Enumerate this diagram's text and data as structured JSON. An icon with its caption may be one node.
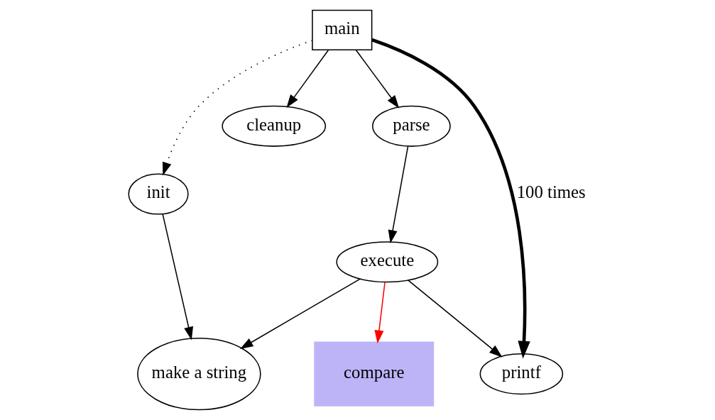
{
  "diagram": {
    "nodes": [
      {
        "text": [
          "main"
        ]
      },
      {
        "text": [
          "parse"
        ]
      },
      {
        "text": [
          "cleanup"
        ]
      },
      {
        "text": [
          "init"
        ]
      },
      {
        "text": [
          "execute"
        ]
      },
      {
        "text": [
          "make a string"
        ]
      },
      {
        "text": [
          "compare"
        ]
      },
      {
        "text": [
          "printf"
        ]
      }
    ],
    "edges": [
      {
        "from": 0,
        "to": 1,
        "arrow": "to"
      },
      {
        "from": 1,
        "to": 4,
        "arrow": "to"
      },
      {
        "from": 0,
        "to": 3,
        "arrow": "to",
        "style": "dashed"
      },
      {
        "from": 0,
        "to": 2,
        "arrow": "to"
      },
      {
        "from": 4,
        "to": 5,
        "arrow": "to"
      },
      {
        "from": 3,
        "to": 5,
        "arrow": "to"
      },
      {
        "from": 4,
        "to": 7,
        "arrow": "to"
      },
      {
        "from": 0,
        "to": 7,
        "arrow": "to",
        "label": "100 times",
        "style": "thick"
      },
      {
        "from": 4,
        "to": 6,
        "arrow": "to",
        "color": "#ff0000"
      }
    ]
  }
}
